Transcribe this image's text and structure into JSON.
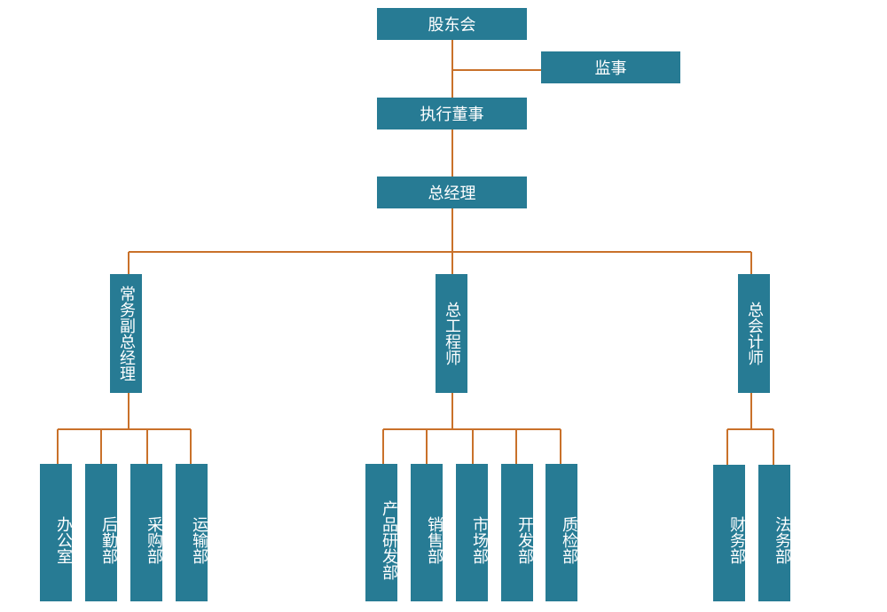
{
  "colors": {
    "box": "#277b94",
    "connector": "#c9712a",
    "text": "#ffffff"
  },
  "nodes": {
    "shareholders": "股东会",
    "supervisor": "监事",
    "executive_director": "执行董事",
    "general_manager": "总经理",
    "executive_deputy_gm": "常务副总经理",
    "chief_engineer": "总工程师",
    "chief_accountant": "总会计师",
    "office": "办公室",
    "logistics": "后勤部",
    "purchasing": "采购部",
    "transport": "运输部",
    "product_rd": "产品研发部",
    "sales": "销售部",
    "marketing": "市场部",
    "development": "开发部",
    "quality": "质检部",
    "finance": "财务部",
    "legal": "法务部"
  }
}
